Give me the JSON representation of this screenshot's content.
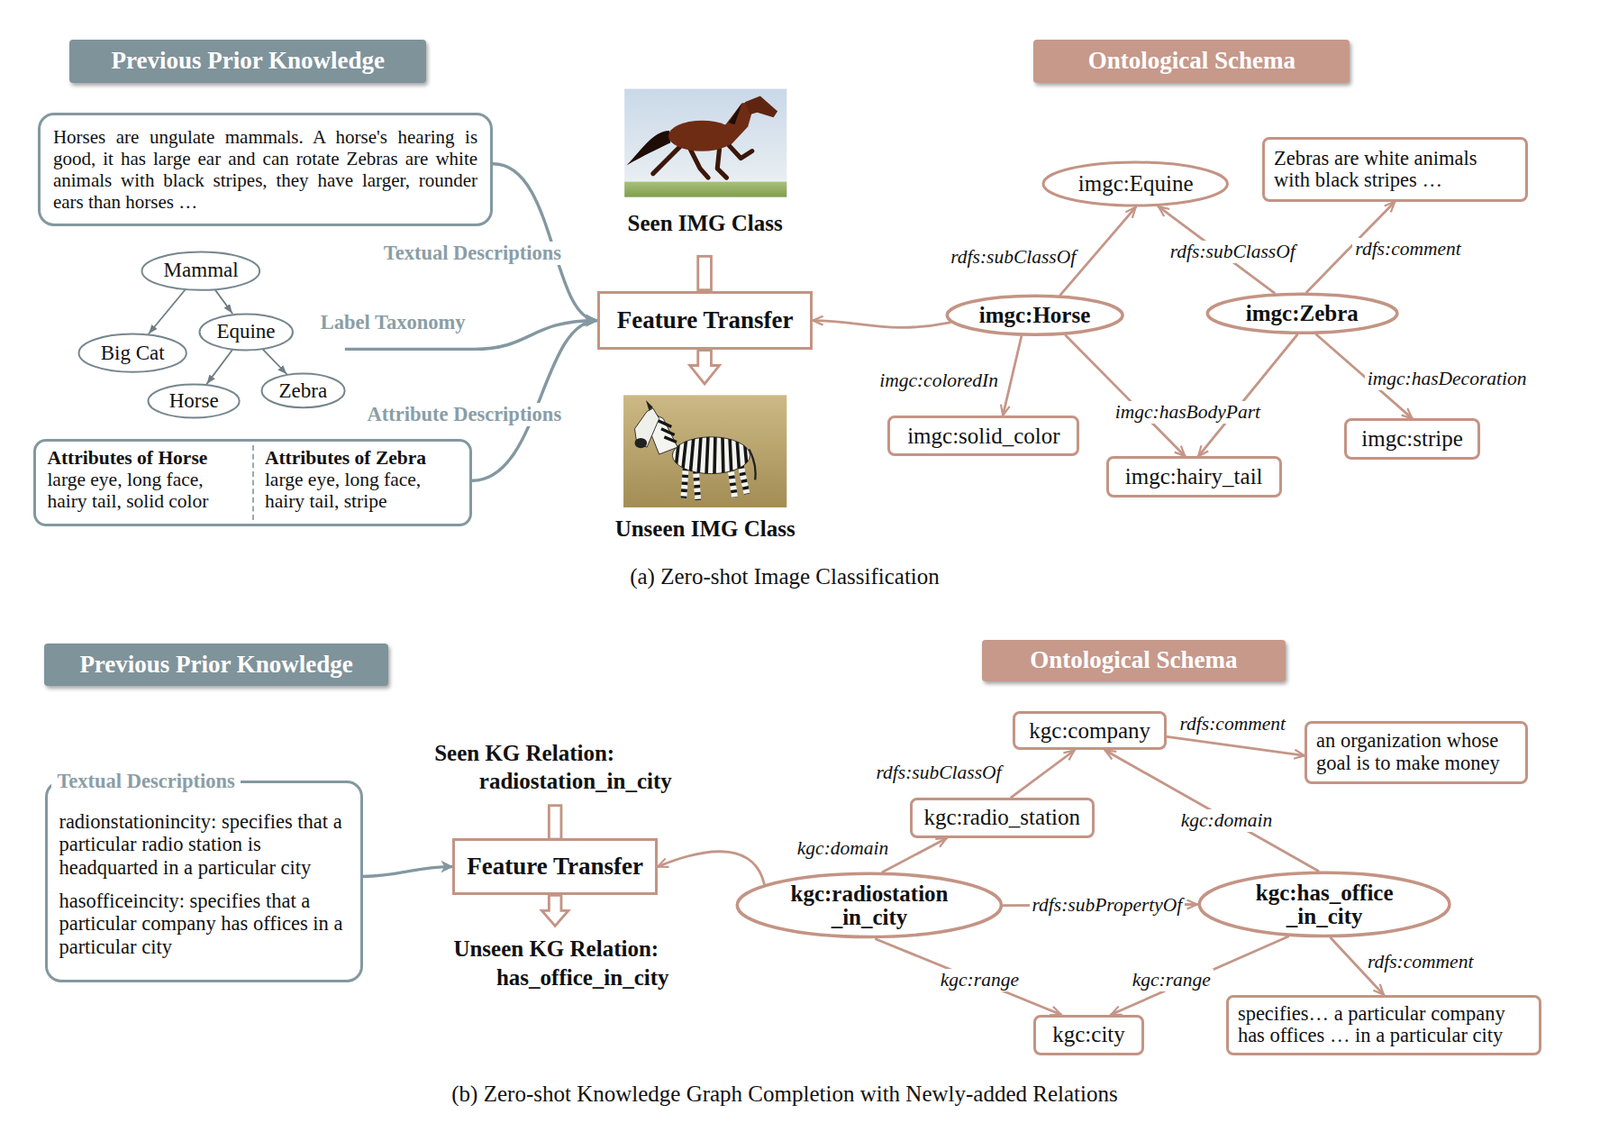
{
  "diagram": {
    "nodes": [
      {
        "text": [
          "Previous Prior Knowledge"
        ]
      },
      {
        "text": [
          "Ontological Schema"
        ]
      },
      {
        "text": [
          "Horses are ungulate mammals. A horse's hearing is good, it has large ear and can rotate Zebras are white animals with black stripes, they have larger, rounder ears than horses …"
        ]
      },
      {
        "text": [
          "Mammal"
        ]
      },
      {
        "text": [
          "Big Cat"
        ]
      },
      {
        "text": [
          "Equine"
        ]
      },
      {
        "text": [
          "Horse"
        ]
      },
      {
        "text": [
          "Zebra"
        ]
      },
      {
        "text": [
          "Attributes of Horse",
          "large eye, long face, hairy tail, solid color",
          "Attributes of Zebra",
          "large eye, long face, hairy tail, stripe"
        ]
      },
      {
        "text": [
          "Feature Transfer"
        ]
      },
      {
        "text": [
          "imgc:Equine"
        ]
      },
      {
        "text": [
          "Zebras are white animals with black stripes …"
        ]
      },
      {
        "text": [
          "imgc:Horse"
        ]
      },
      {
        "text": [
          "imgc:Zebra"
        ]
      },
      {
        "text": [
          "imgc:solid_color"
        ]
      },
      {
        "text": [
          "imgc:hairy_tail"
        ]
      },
      {
        "text": [
          "imgc:stripe"
        ]
      },
      {
        "text": [
          "Previous Prior Knowledge"
        ]
      },
      {
        "text": [
          "Ontological Schema"
        ]
      },
      {
        "text": [
          "Textual Descriptions",
          "radionstationincity: specifies that a particular radio station is headquarted in a particular city",
          "hasofficeincity: specifies that a particular company has offices in a particular city"
        ]
      },
      {
        "text": [
          "Feature Transfer"
        ]
      },
      {
        "text": [
          "kgc:company"
        ]
      },
      {
        "text": [
          "an organization whose goal is to make money"
        ]
      },
      {
        "text": [
          "kgc:radio_station"
        ]
      },
      {
        "text": [
          "kgc:radiostation _in_city"
        ]
      },
      {
        "text": [
          "kgc:has_office _in_city"
        ]
      },
      {
        "text": [
          "kgc:city"
        ]
      },
      {
        "text": [
          "specifies… a particular company has offices … in a particular city"
        ]
      }
    ],
    "edges": [
      {
        "from": 3,
        "to": 4,
        "arrow": "to"
      },
      {
        "from": 3,
        "to": 5,
        "arrow": "to"
      },
      {
        "from": 5,
        "to": 6,
        "arrow": "to"
      },
      {
        "from": 5,
        "to": 7,
        "arrow": "to"
      },
      {
        "from": 2,
        "to": 9,
        "label": "Textual Descriptions",
        "arrow": "to"
      },
      {
        "from": 8,
        "to": 9,
        "label": "Attribute Descriptions",
        "arrow": "to"
      },
      {
        "from": 12,
        "to": 9,
        "arrow": "to"
      },
      {
        "from": 12,
        "to": 10,
        "label": "rdfs:subClassOf",
        "arrow": "to"
      },
      {
        "from": 13,
        "to": 10,
        "label": "rdfs:subClassOf",
        "arrow": "to"
      },
      {
        "from": 13,
        "to": 11,
        "label": "rdfs:comment",
        "arrow": "to"
      },
      {
        "from": 12,
        "to": 14,
        "label": "imgc:coloredIn",
        "arrow": "to"
      },
      {
        "from": 12,
        "to": 15,
        "label": "imgc:hasBodyPart",
        "arrow": "to"
      },
      {
        "from": 13,
        "to": 15,
        "arrow": "to"
      },
      {
        "from": 13,
        "to": 16,
        "label": "imgc:hasDecoration",
        "arrow": "to"
      },
      {
        "from": 19,
        "to": 20,
        "arrow": "to"
      },
      {
        "from": 24,
        "to": 20,
        "arrow": "to"
      },
      {
        "from": 21,
        "to": 22,
        "label": "rdfs:comment",
        "arrow": "to"
      },
      {
        "from": 23,
        "to": 21,
        "label": "rdfs:subClassOf",
        "arrow": "to"
      },
      {
        "from": 24,
        "to": 23,
        "label": "kgc:domain",
        "arrow": "to"
      },
      {
        "from": 25,
        "to": 21,
        "label": "kgc:domain",
        "arrow": "to"
      },
      {
        "from": 24,
        "to": 25,
        "label": "rdfs:subPropertyOf",
        "arrow": "to"
      },
      {
        "from": 24,
        "to": 26,
        "label": "kgc:range",
        "arrow": "to"
      },
      {
        "from": 25,
        "to": 26,
        "label": "kgc:range",
        "arrow": "to"
      },
      {
        "from": 25,
        "to": 27,
        "label": "rdfs:comment",
        "arrow": "to"
      }
    ],
    "labels": [
      "Seen IMG Class",
      "Unseen IMG Class",
      "Label Taxonomy",
      "(a) Zero-shot Image Classification",
      "Seen KG Relation:",
      "radiostation_in_city",
      "Unseen KG Relation:",
      "has_office_in_city",
      "(b) Zero-shot Knowledge Graph Completion with Newly-added Relations"
    ]
  }
}
